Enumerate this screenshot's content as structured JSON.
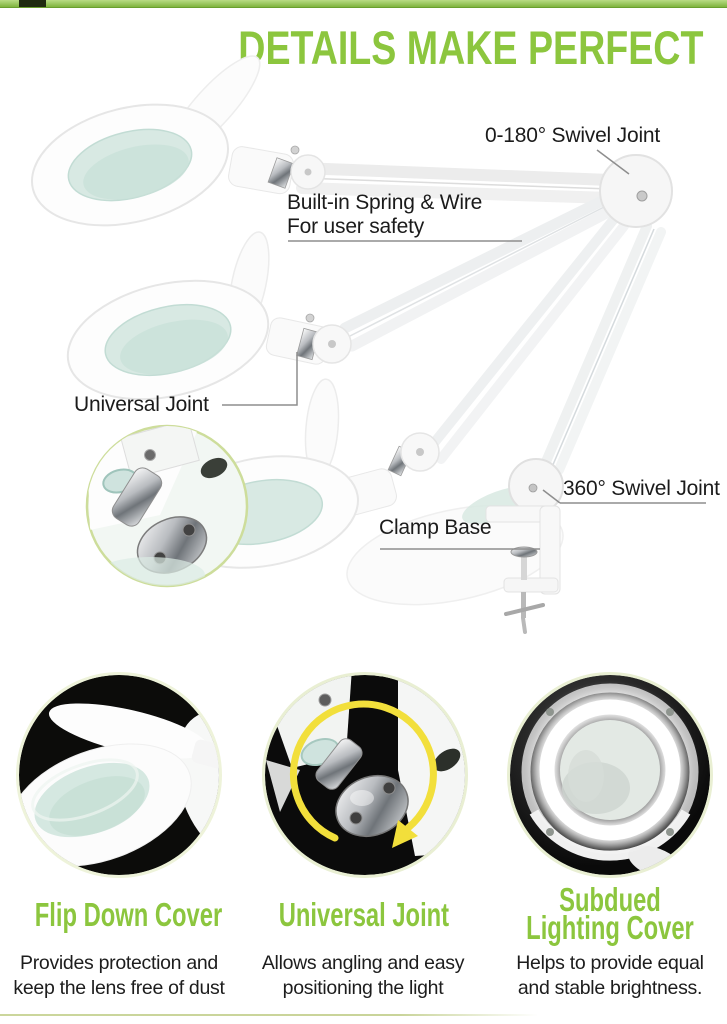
{
  "header": {
    "title": "DETAILS MAKE PERFECT"
  },
  "colors": {
    "accent_green": "#8cc63e",
    "top_bar_green": "#7fb43e",
    "callout_text": "#1b1b1b",
    "callout_line": "#8e8e8e",
    "photo_background": "#0b0b0b",
    "lens_teal": "#d5e8e1",
    "arrow_yellow": "#f2df3b"
  },
  "product": {
    "name": "magnifier lamp with clamp",
    "callouts": {
      "swivel_0_180": {
        "label": "0-180° Swivel Joint"
      },
      "spring_wire": {
        "line1": "Built-in Spring & Wire",
        "line2": "For user safety"
      },
      "universal_joint": {
        "label": "Universal Joint"
      },
      "swivel_360": {
        "label": "360° Swivel Joint"
      },
      "clamp_base": {
        "label": "Clamp Base"
      }
    }
  },
  "features": [
    {
      "title_line1": "Flip Down Cover",
      "title_line2": "",
      "desc_line1": "Provides protection and",
      "desc_line2": "keep the lens  free of dust",
      "photo": "flip-down-cover-closeup"
    },
    {
      "title_line1": "Universal Joint",
      "title_line2": "",
      "desc_line1": "Allows angling and easy",
      "desc_line2": "positioning the light",
      "photo": "universal-joint-closeup"
    },
    {
      "title_line1": "Subdued",
      "title_line2": "Lighting Cover",
      "desc_line1": "Helps to provide equal",
      "desc_line2": "and stable brightness.",
      "photo": "subdued-lighting-cover-closeup"
    }
  ]
}
